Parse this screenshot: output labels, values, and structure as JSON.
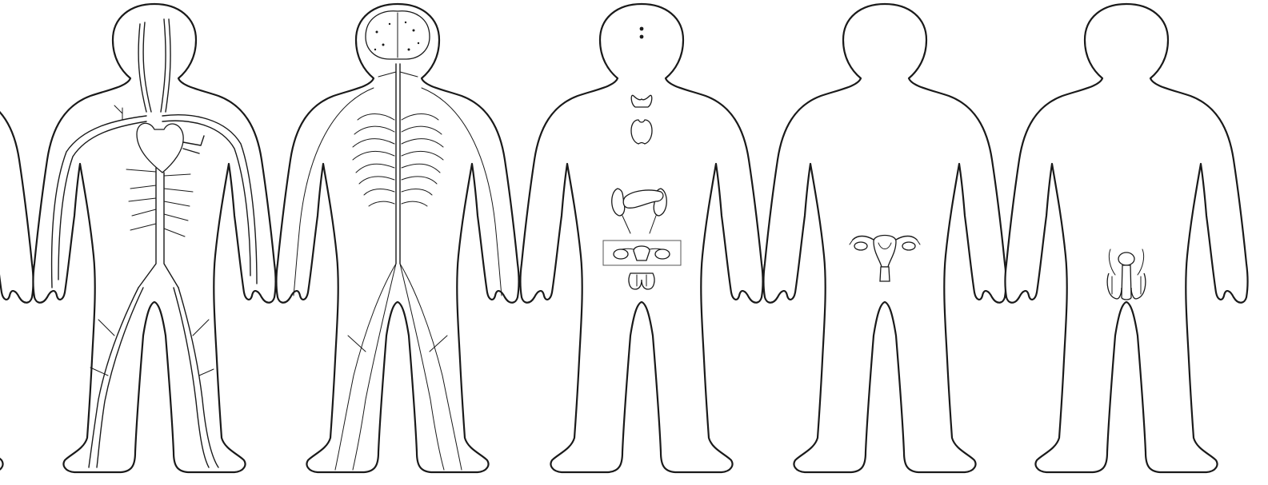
{
  "diagram": {
    "figures": [
      {
        "id": "partial",
        "system": ""
      },
      {
        "id": "circulatory",
        "system": ""
      },
      {
        "id": "nervous",
        "system": ""
      },
      {
        "id": "endocrine",
        "system": ""
      },
      {
        "id": "female-reproductive",
        "system": ""
      },
      {
        "id": "male-reproductive",
        "system": ""
      }
    ],
    "colors": {
      "line": "#1a1a1a",
      "background": "#ffffff",
      "box": "#555555"
    }
  }
}
